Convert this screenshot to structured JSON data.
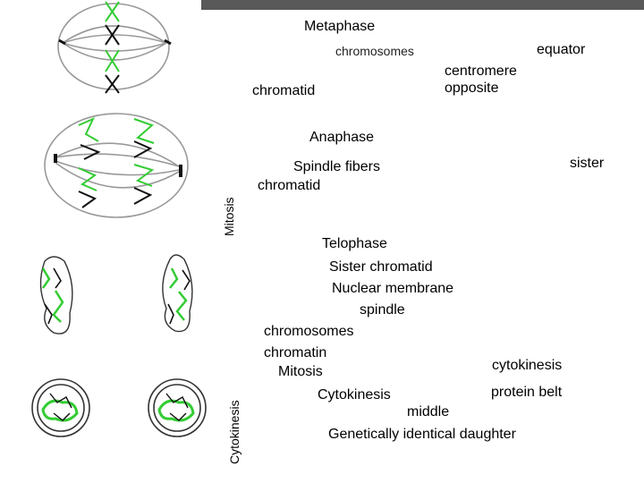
{
  "labels": {
    "metaphase": "Metaphase",
    "chromosomes_small": "chromosomes",
    "equator": "equator",
    "centromere": "centromere",
    "opposite": "opposite",
    "chromatid_1": "chromatid",
    "anaphase": "Anaphase",
    "spindle_fibers": "Spindle fibers",
    "chromatid_2": "chromatid",
    "sister_1": "sister",
    "telophase": "Telophase",
    "sister_chromatid": "Sister chromatid",
    "nuclear_membrane": "Nuclear membrane",
    "spindle": "spindle",
    "chromosomes": "chromosomes",
    "chromatin": "chromatin",
    "mitosis": "Mitosis",
    "cytokinesis_lower": "cytokinesis",
    "cytokinesis_cap": "Cytokinesis",
    "protein_belt": "protein belt",
    "middle": "middle",
    "genetically_identical_daughter": "Genetically identical daughter"
  },
  "side_labels": {
    "mitosis": "Mitosis",
    "cytokinesis": "Cytokinesis"
  },
  "colors": {
    "chromosome_green": "#33cc33",
    "chromosome_dark": "#111111",
    "spindle_gray": "#888888",
    "topbar": "#595959"
  }
}
